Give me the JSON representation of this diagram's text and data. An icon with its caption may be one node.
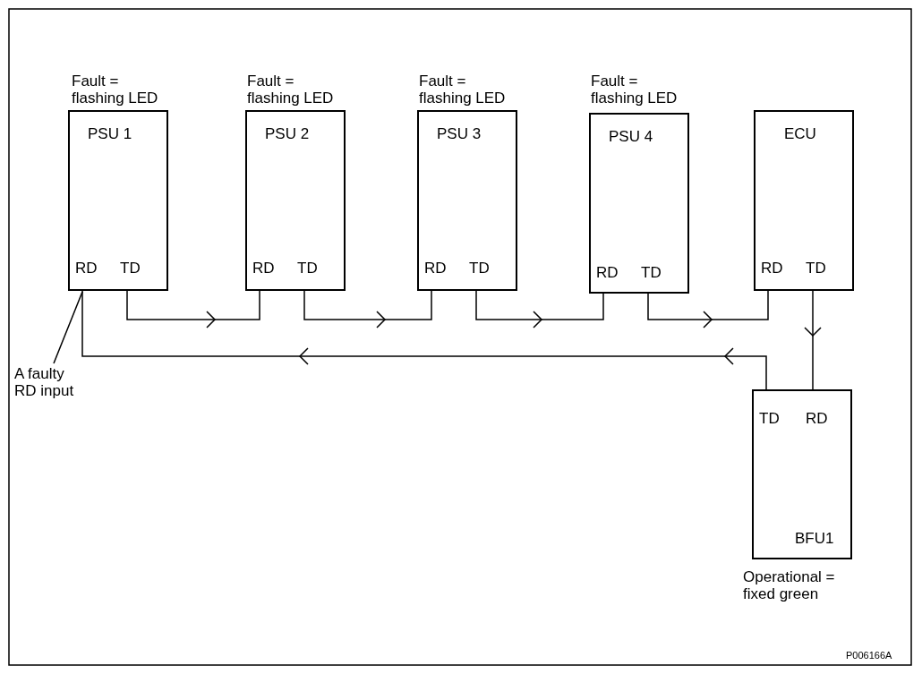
{
  "diagram": {
    "nodes": [
      {
        "text": [
          "PSU 1",
          "RD",
          "TD"
        ],
        "beside": [
          "Fault = flashing LED"
        ]
      },
      {
        "text": [
          "PSU 2",
          "RD",
          "TD"
        ],
        "beside": [
          "Fault = flashing LED"
        ]
      },
      {
        "text": [
          "PSU 3",
          "RD",
          "TD"
        ],
        "beside": [
          "Fault = flashing LED"
        ]
      },
      {
        "text": [
          "PSU 4",
          "RD",
          "TD"
        ],
        "beside": [
          "Fault = flashing LED"
        ]
      },
      {
        "text": [
          "ECU",
          "RD",
          "TD"
        ]
      },
      {
        "text": [
          "TD",
          "RD",
          "BFU1"
        ],
        "beside": [
          "Operational = fixed green"
        ]
      },
      {
        "text": [
          "A faulty RD input"
        ]
      }
    ],
    "edges": [
      {
        "from": 0,
        "to": 1,
        "arrow": "to"
      },
      {
        "from": 1,
        "to": 2,
        "arrow": "to"
      },
      {
        "from": 2,
        "to": 3,
        "arrow": "to"
      },
      {
        "from": 3,
        "to": 4,
        "arrow": "to"
      },
      {
        "from": 4,
        "to": 5,
        "arrow": "to"
      },
      {
        "from": 5,
        "to": 0,
        "arrow": "to"
      },
      {
        "from": 6,
        "to": 0,
        "arrow": "none"
      }
    ],
    "labels": [
      "P006166A"
    ]
  }
}
